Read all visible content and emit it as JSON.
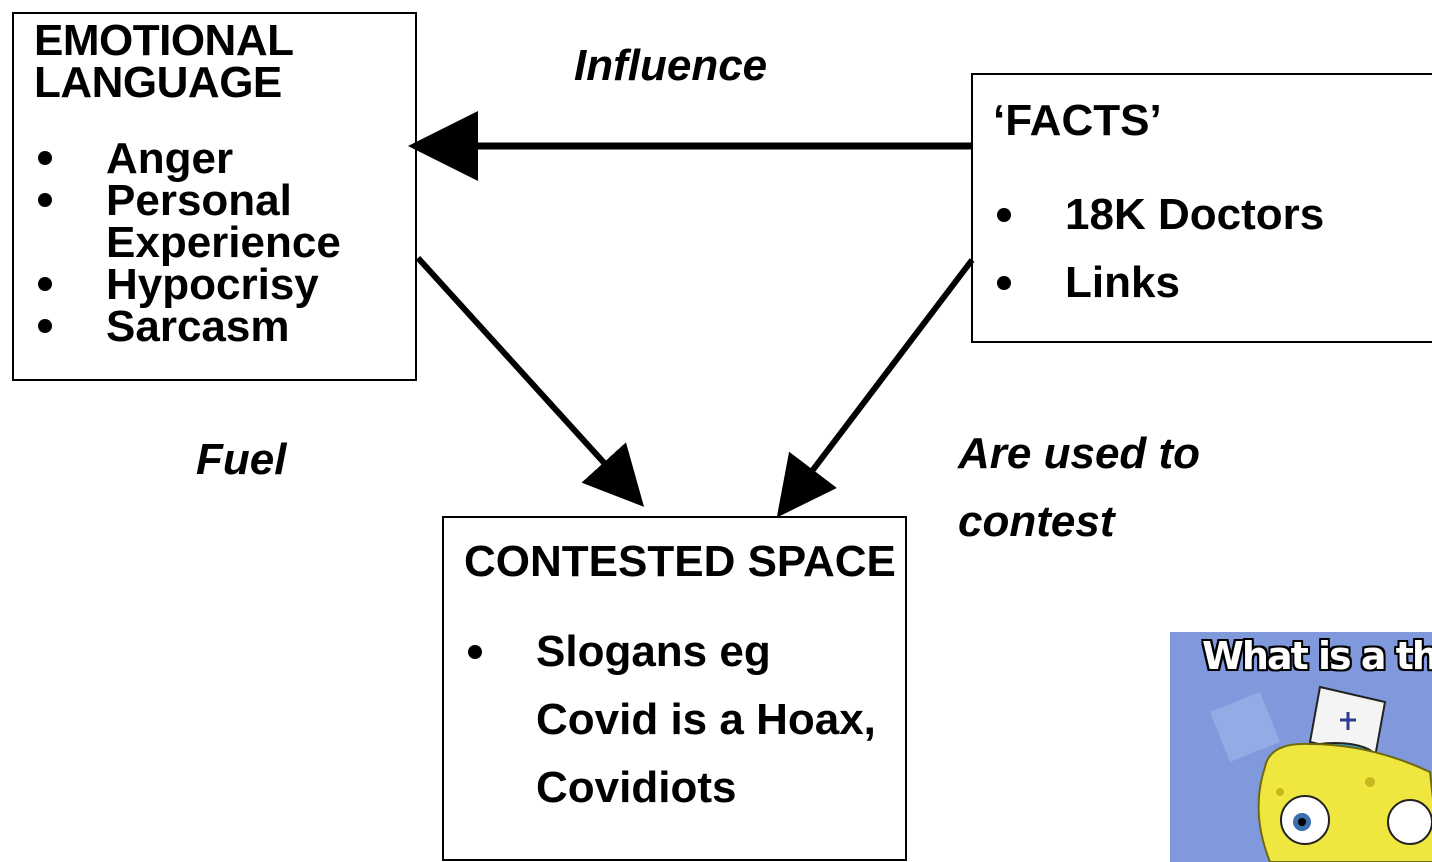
{
  "emotional": {
    "title_line1": "EMOTIONAL",
    "title_line2": "LANGUAGE",
    "items": [
      "Anger",
      "Personal",
      "Experience",
      "Hypocrisy",
      "Sarcasm"
    ]
  },
  "facts": {
    "title": "‘FACTS’",
    "items": [
      "18K Doctors",
      "Links"
    ]
  },
  "contested": {
    "title": "CONTESTED SPACE",
    "items": [
      "Slogans eg",
      "Covid is a Hoax,",
      "Covidiots"
    ]
  },
  "edges": {
    "influence": "Influence",
    "fuel": "Fuel",
    "contest_line1": "Are used to",
    "contest_line2": "contest"
  },
  "meme": {
    "caption": "What is a the"
  },
  "colors": {
    "line": "#000000",
    "background": "#ffffff",
    "meme_sky": "#7b95d9",
    "meme_face": "#f2e84a"
  }
}
